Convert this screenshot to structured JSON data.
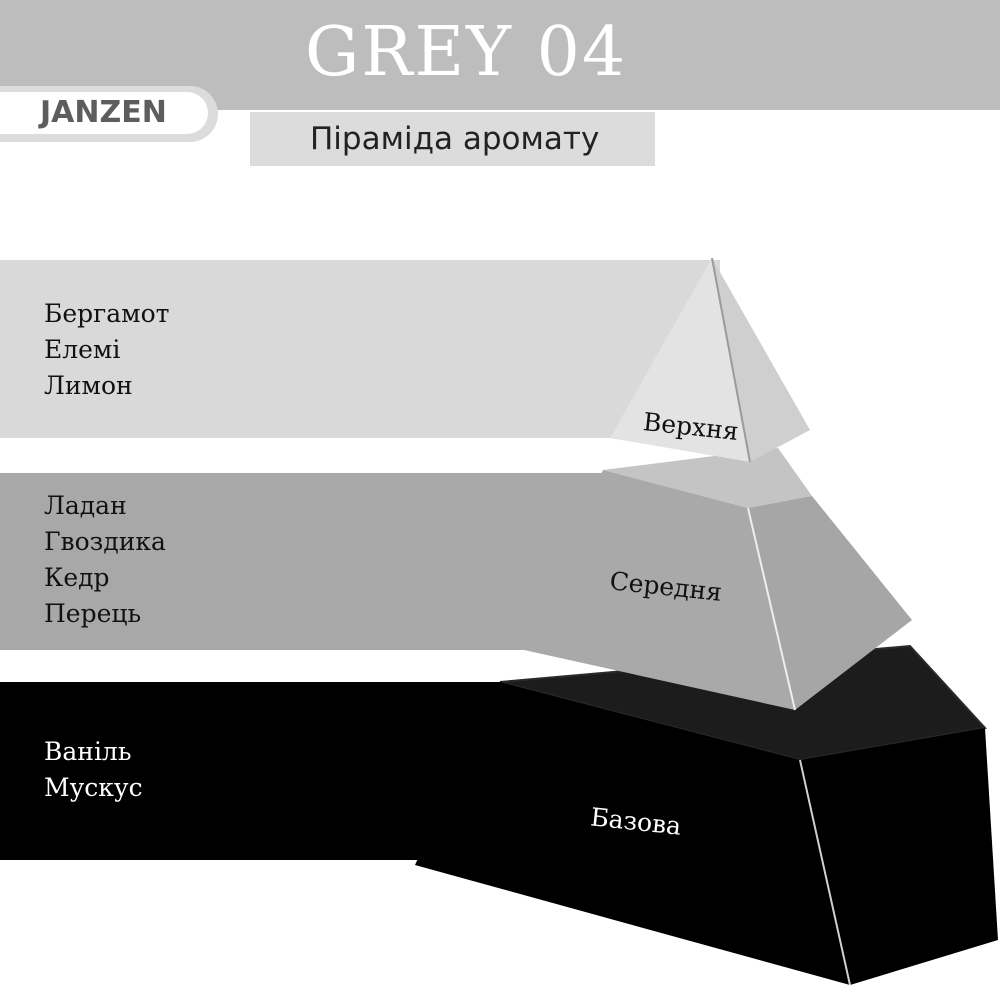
{
  "header": {
    "title": "GREY 04",
    "brand": "JANZEN",
    "subtitle": "Піраміда аромату"
  },
  "pyramid": {
    "tiers": [
      {
        "label": "Верхня",
        "notes": [
          "Бергамот",
          "Елемі",
          "Лимон"
        ]
      },
      {
        "label": "Середня",
        "notes": [
          "Ладан",
          "Гвоздика",
          "Кедр",
          "Перець"
        ]
      },
      {
        "label": "Базова",
        "notes": [
          "Ваніль",
          "Мускус"
        ]
      }
    ]
  },
  "colors": {
    "header_bar": "#bdbdbd",
    "top_band": "#d9d9d9",
    "middle_band": "#a8a8a8",
    "base_band": "#000000"
  }
}
